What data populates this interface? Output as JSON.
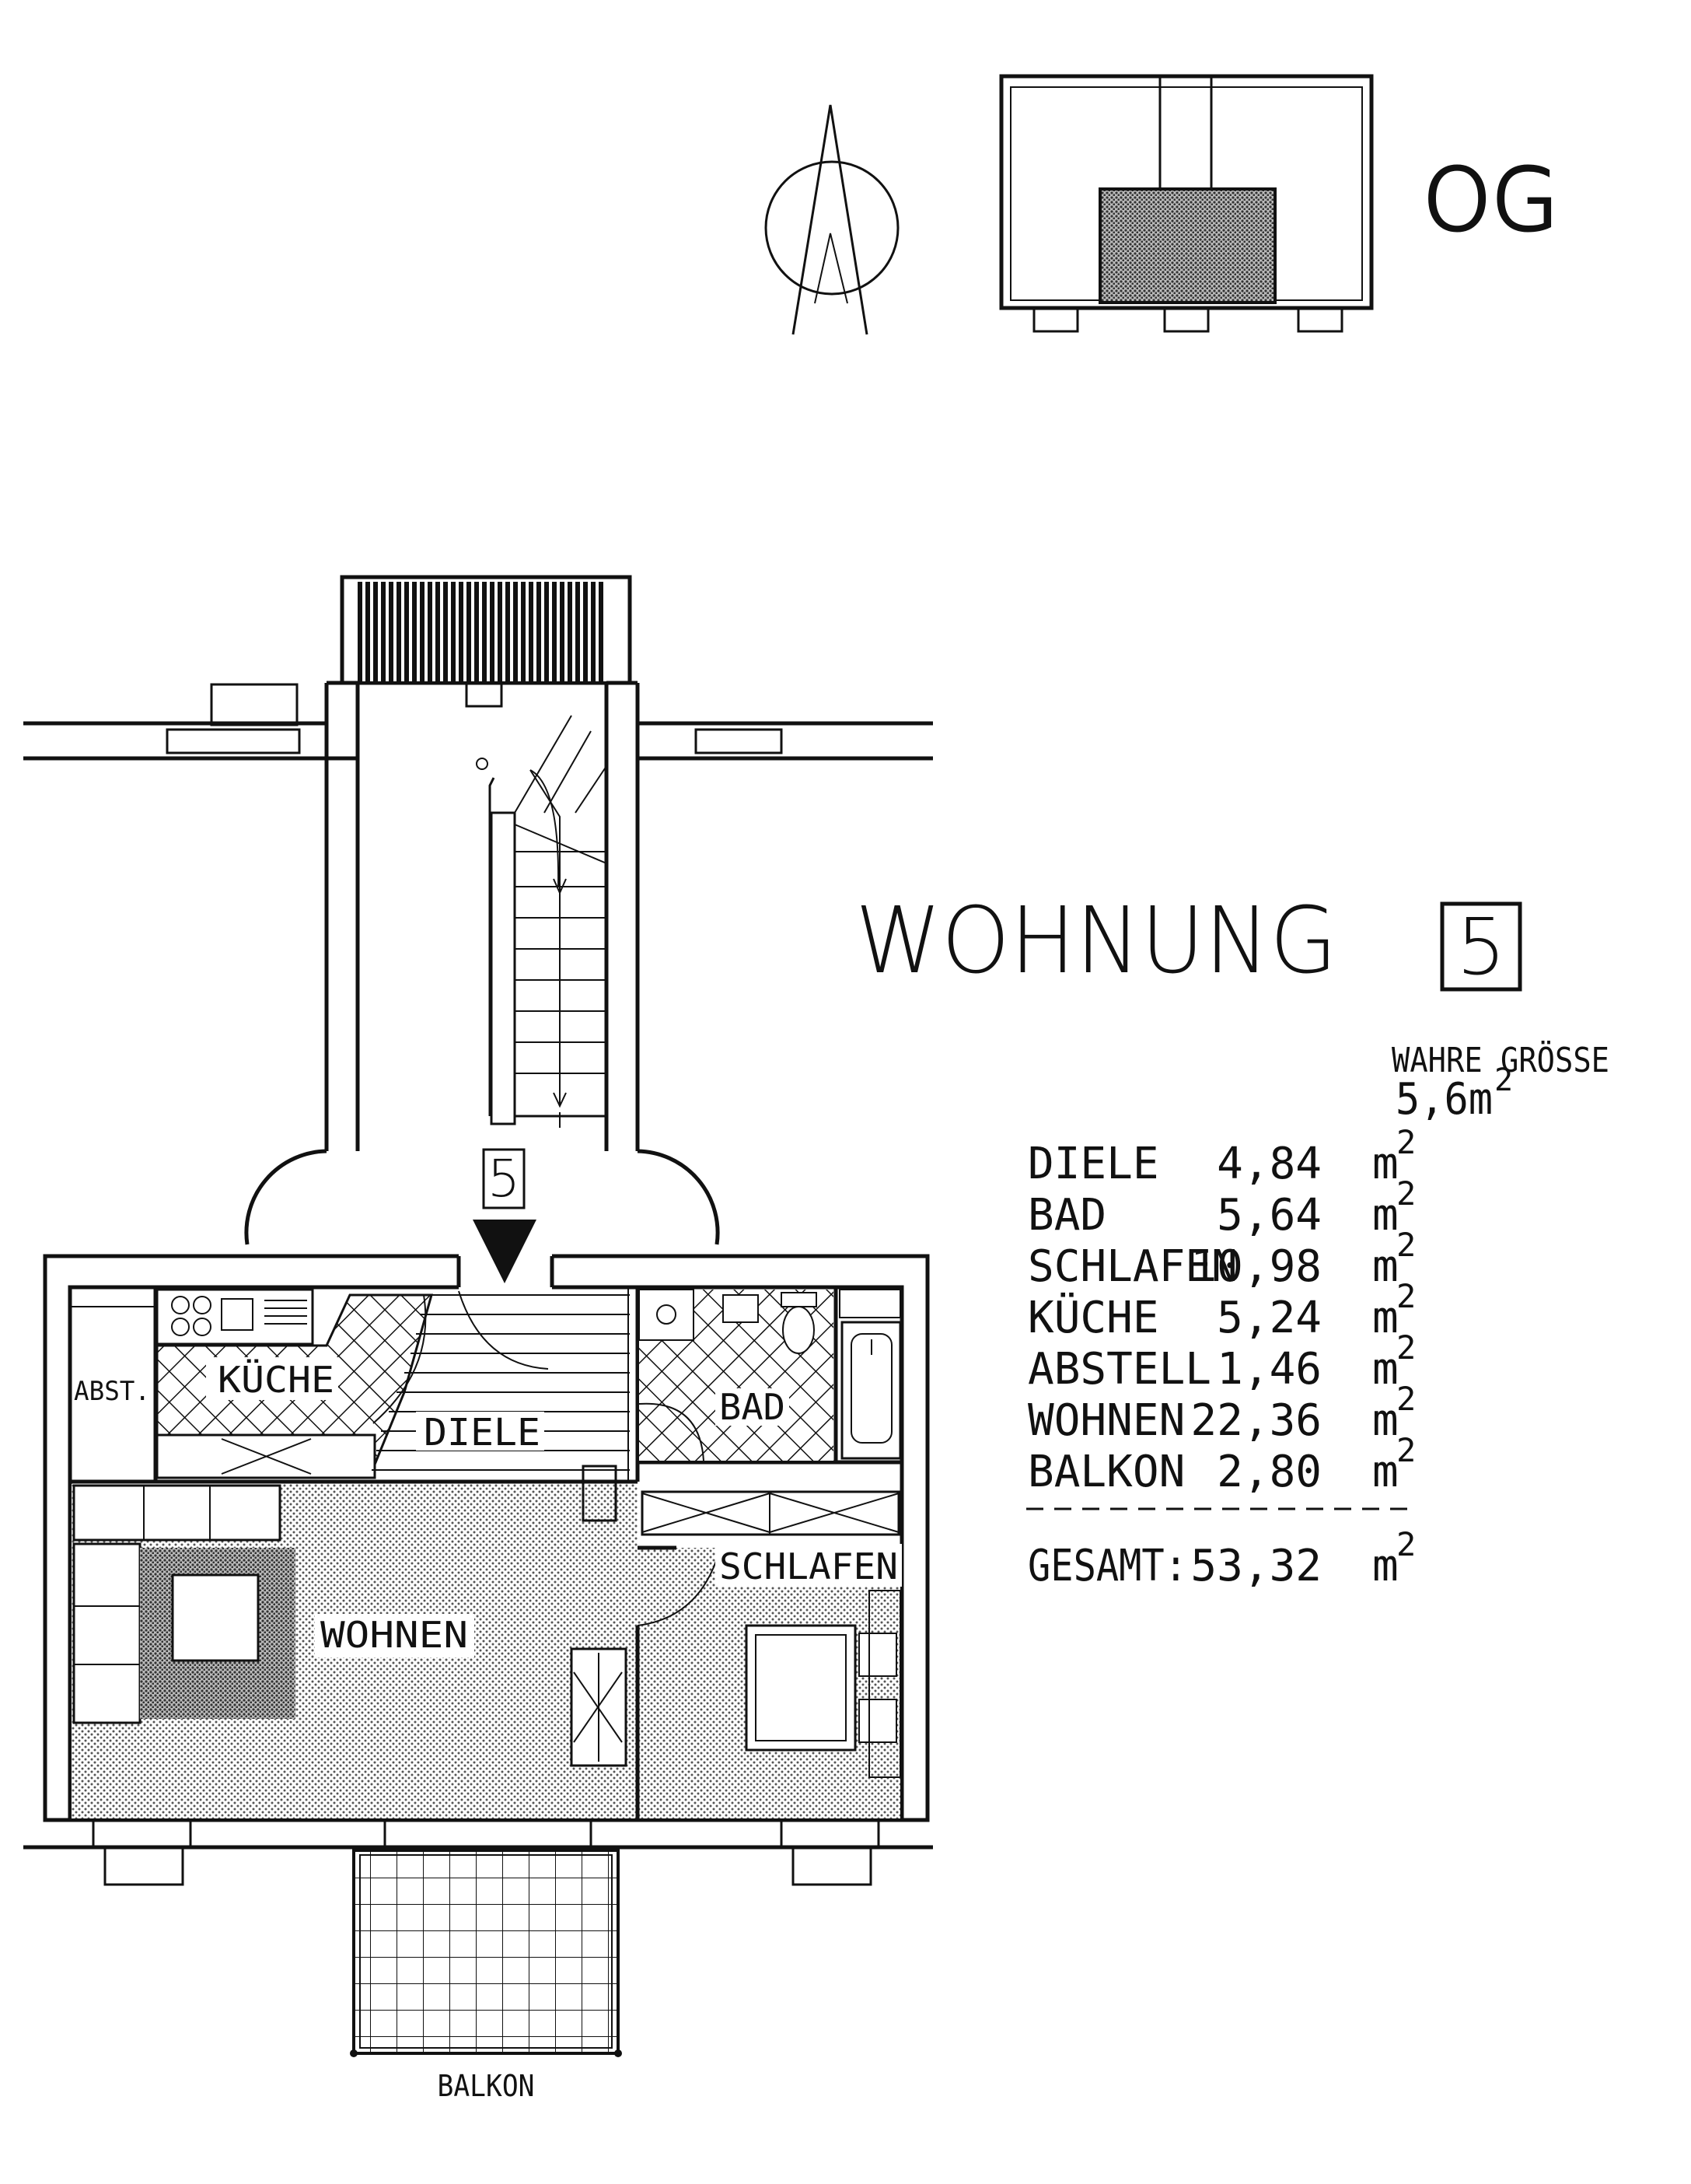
{
  "header": {
    "floor": "OG"
  },
  "apartment": {
    "title": "WOHNUNG",
    "number": "5",
    "entrance_number": "5"
  },
  "true_size": {
    "label": "WAHRE GRÖSSE",
    "value": "5,6m",
    "unit_exp": "2"
  },
  "rooms_table": {
    "rows": [
      {
        "name": "DIELE",
        "area": "4,84",
        "unit": "m",
        "exp": "2"
      },
      {
        "name": "BAD",
        "area": "5,64",
        "unit": "m",
        "exp": "2"
      },
      {
        "name": "SCHLAFEN",
        "area": "10,98",
        "unit": "m",
        "exp": "2"
      },
      {
        "name": "KÜCHE",
        "area": "5,24",
        "unit": "m",
        "exp": "2"
      },
      {
        "name": "ABSTELL",
        "area": "1,46",
        "unit": "m",
        "exp": "2"
      },
      {
        "name": "WOHNEN",
        "area": "22,36",
        "unit": "m",
        "exp": "2"
      },
      {
        "name": "BALKON",
        "area": "2,80",
        "unit": "m",
        "exp": "2"
      }
    ],
    "total_label": "GESAMT:",
    "total_area": "53,32",
    "total_unit": "m",
    "total_exp": "2"
  },
  "plan_labels": {
    "abst": "ABST.",
    "kueche": "KÜCHE",
    "diele": "DIELE",
    "bad": "BAD",
    "schlafen": "SCHLAFEN",
    "wohnen": "WOHNEN",
    "balkon": "BALKON"
  }
}
